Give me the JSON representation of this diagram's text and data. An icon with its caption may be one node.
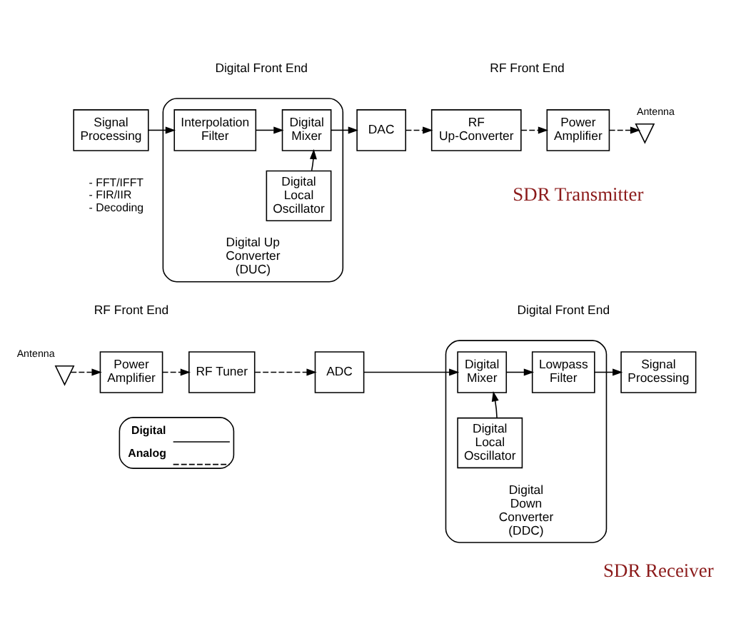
{
  "diagram": {
    "nodes": [
      {
        "text": [
          "Signal Processing"
        ],
        "beside": [
          "- FFT/IFFT",
          "- FIR/IIR",
          "- Decoding"
        ]
      },
      {
        "text": [
          "Digital Up Converter (DUC)"
        ]
      },
      {
        "text": [
          "Interpolation Filter"
        ],
        "in": 1
      },
      {
        "text": [
          "Digital Mixer"
        ],
        "in": 1
      },
      {
        "text": [
          "Digital Local Oscillator"
        ],
        "in": 1
      },
      {
        "text": [
          "DAC"
        ]
      },
      {
        "text": [
          "RF Up-Converter"
        ]
      },
      {
        "text": [
          "Power Amplifier"
        ]
      },
      {
        "text": [],
        "shape": "antenna",
        "beside": [
          "Antenna"
        ]
      },
      {
        "text": [],
        "shape": "antenna",
        "beside": [
          "Antenna"
        ]
      },
      {
        "text": [
          "Power Amplifier"
        ]
      },
      {
        "text": [
          "RF Tuner"
        ]
      },
      {
        "text": [
          "ADC"
        ]
      },
      {
        "text": [
          "Digital Down Converter (DDC)"
        ]
      },
      {
        "text": [
          "Digital Mixer"
        ],
        "in": 13
      },
      {
        "text": [
          "Lowpass Filter"
        ],
        "in": 13
      },
      {
        "text": [
          "Digital Local Oscillator"
        ],
        "in": 13
      },
      {
        "text": [
          "Signal Processing"
        ]
      }
    ],
    "edges": [
      {
        "from": 0,
        "to": 2,
        "arrow": "to"
      },
      {
        "from": 2,
        "to": 3,
        "arrow": "to"
      },
      {
        "from": 4,
        "to": 3,
        "arrow": "to"
      },
      {
        "from": 3,
        "to": 5,
        "arrow": "to"
      },
      {
        "from": 5,
        "to": 6,
        "arrow": "to",
        "style": "dashed"
      },
      {
        "from": 6,
        "to": 7,
        "arrow": "to",
        "style": "dashed"
      },
      {
        "from": 7,
        "to": 8,
        "arrow": "to",
        "style": "dashed"
      },
      {
        "from": 9,
        "to": 10,
        "arrow": "to",
        "style": "dashed"
      },
      {
        "from": 10,
        "to": 11,
        "arrow": "to",
        "style": "dashed"
      },
      {
        "from": 11,
        "to": 12,
        "arrow": "to",
        "style": "dashed"
      },
      {
        "from": 12,
        "to": 14,
        "arrow": "to"
      },
      {
        "from": 16,
        "to": 14,
        "arrow": "to"
      },
      {
        "from": 14,
        "to": 15,
        "arrow": "to"
      },
      {
        "from": 15,
        "to": 17,
        "arrow": "to"
      }
    ],
    "labels": [
      "Digital Front End",
      "RF Front End",
      "SDR Transmitter",
      "RF Front End",
      "Digital Front End",
      "SDR Receiver"
    ],
    "legend": [
      {
        "text": "Digital"
      },
      {
        "text": "Analog"
      }
    ]
  }
}
